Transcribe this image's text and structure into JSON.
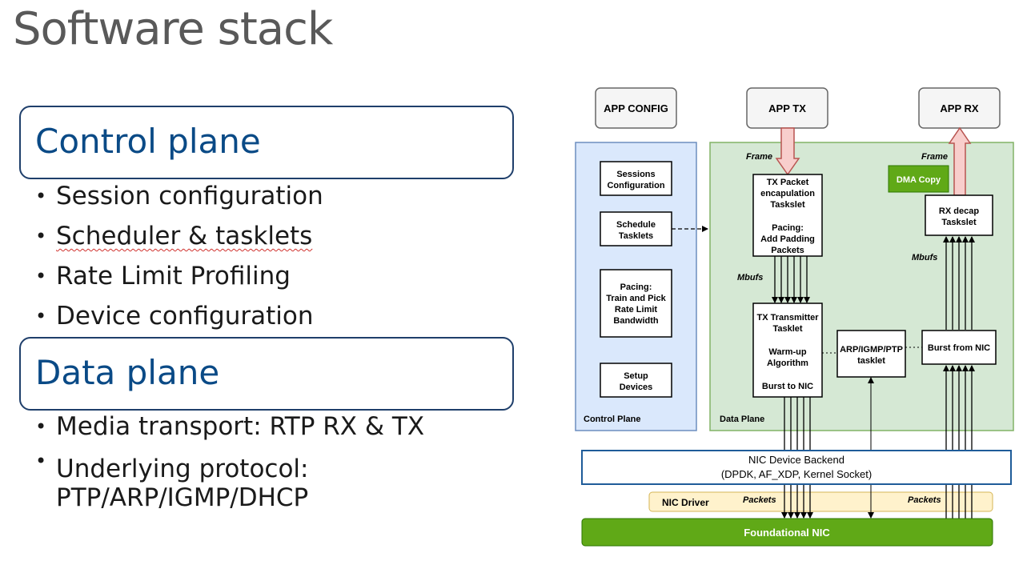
{
  "slide": {
    "title": "Software stack"
  },
  "control_plane_section": {
    "heading": "Control plane",
    "bullets": [
      "Session configuration",
      "Scheduler & tasklets",
      "Rate Limit Profiling",
      "Device configuration"
    ]
  },
  "data_plane_section": {
    "heading": "Data plane",
    "bullets": [
      "Media transport: RTP RX & TX",
      "Underlying protocol:",
      "PTP/ARP/IGMP/DHCP"
    ]
  },
  "diagram": {
    "app_config": "APP CONFIG",
    "app_tx": "APP TX",
    "app_rx": "APP RX",
    "frame_tx": "Frame",
    "frame_rx": "Frame",
    "dma_copy": "DMA Copy",
    "control_plane_label": "Control Plane",
    "data_plane_label": "Data Plane",
    "sessions_config": [
      "Sessions",
      "Configuration"
    ],
    "schedule_tasklets": [
      "Schedule",
      "Tasklets"
    ],
    "pacing_train": [
      "Pacing:",
      "Train and Pick",
      "Rate Limit",
      "Bandwidth"
    ],
    "setup_devices": [
      "Setup",
      "Devices"
    ],
    "tx_packet": [
      "TX Packet",
      "encapulation",
      "Taskslet",
      "",
      "Pacing:",
      "Add Padding",
      "Packets"
    ],
    "mbufs_tx": "Mbufs",
    "mbufs_rx": "Mbufs",
    "tx_transmitter": [
      "TX Transmitter",
      "Tasklet",
      "",
      "Warm-up",
      "Algorithm",
      "",
      "Burst to NIC"
    ],
    "arp_tasklet": [
      "ARP/IGMP/PTP",
      "tasklet"
    ],
    "rx_decap": [
      "RX decap",
      "Taskslet"
    ],
    "burst_from_nic": "Burst from NIC",
    "nic_backend": [
      "NIC Device Backend",
      "(DPDK, AF_XDP, Kernel Socket)"
    ],
    "nic_driver": "NIC Driver",
    "packets_tx": "Packets",
    "packets_rx": "Packets",
    "foundational_nic": "Foundational NIC",
    "colors": {
      "control_plane_fill": "#dae8fc",
      "control_plane_stroke": "#6c8ebf",
      "data_plane_fill": "#d5e8d4",
      "data_plane_stroke": "#82b366",
      "frame_arrow_fill": "#f8cecc",
      "frame_arrow_stroke": "#b85450",
      "nic_green": "#60a917",
      "nic_driver_fill": "#fff2cc",
      "backend_stroke": "#1f5c99"
    }
  }
}
